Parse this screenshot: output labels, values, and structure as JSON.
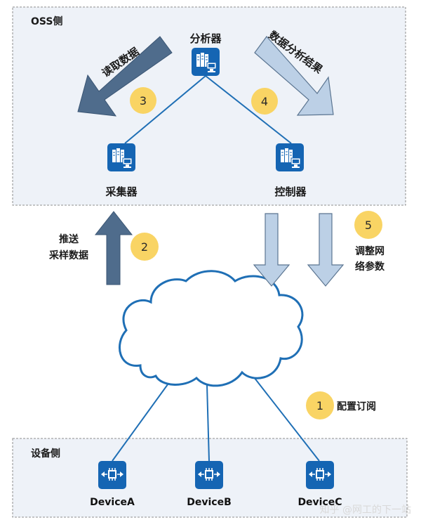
{
  "regions": {
    "oss_title": "OSS侧",
    "device_title": "设备侧"
  },
  "nodes": {
    "analyzer": "分析器",
    "collector": "采集器",
    "controller": "控制器"
  },
  "arrows": {
    "read_data": "读取数据",
    "analysis_result": "数据分析结果",
    "push_line1": "推送",
    "push_line2": "采样数据",
    "tune_line1": "调整网",
    "tune_line2": "络参数",
    "subscribe": "配置订阅"
  },
  "steps": {
    "s1": "1",
    "s2": "2",
    "s3": "3",
    "s4": "4",
    "s5": "5"
  },
  "devices": {
    "a": "DeviceA",
    "b": "DeviceB",
    "c": "DeviceC"
  },
  "watermark": "知乎 @网工的下一站",
  "colors": {
    "icon_blue": "#1565b3",
    "link_blue": "#1f6fb5",
    "dark_arrow": "#4f6c8c",
    "light_arrow": "#bcd0e6",
    "light_arrow_stroke": "#5b7591",
    "badge_yellow": "#f9d464",
    "region_fill": "#eef2f8",
    "region_border": "#8e8e8e"
  }
}
